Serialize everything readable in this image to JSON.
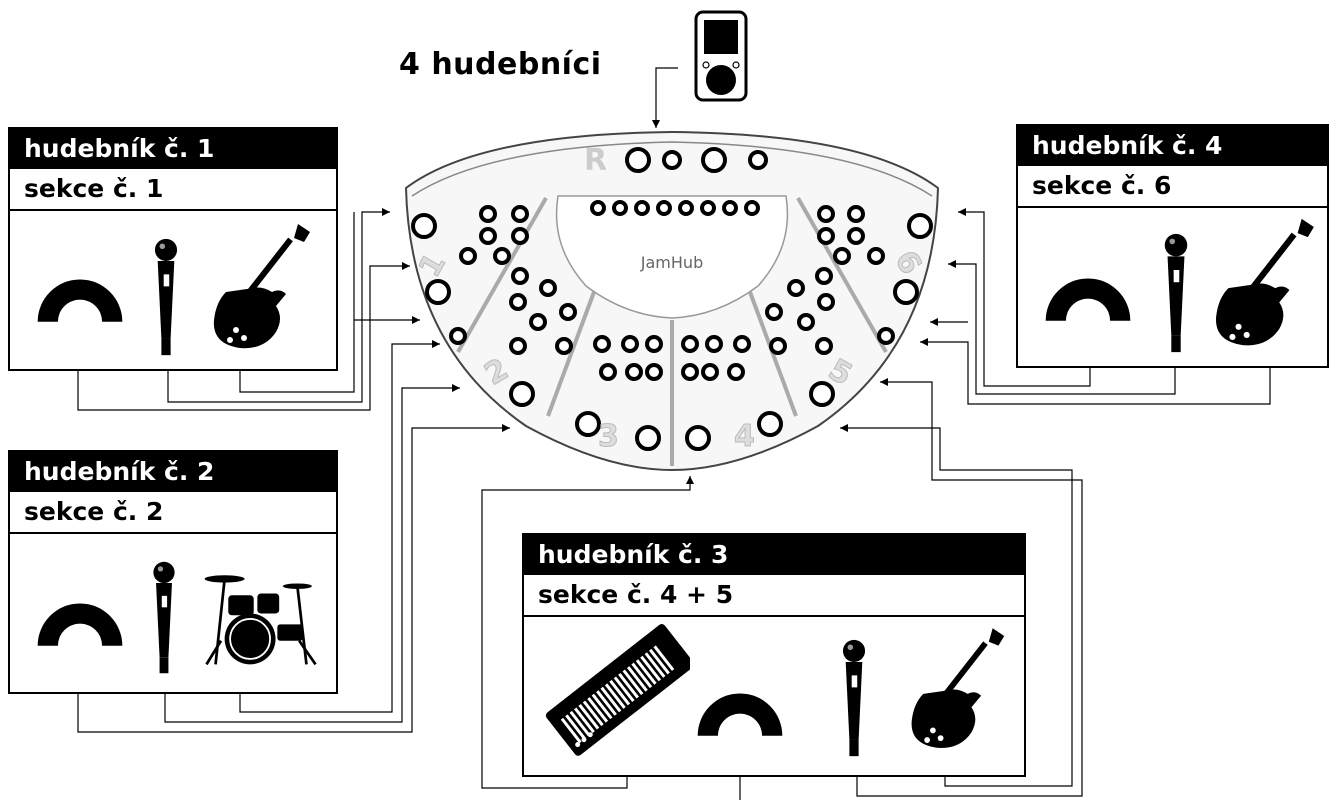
{
  "title": "4 hudebníci",
  "hub": {
    "logo": "JamHub",
    "master_label": "R",
    "section_numbers": [
      "1",
      "2",
      "3",
      "4",
      "5",
      "6"
    ]
  },
  "musicians": [
    {
      "label": "hudebník č. 1",
      "section": "sekce č. 1",
      "icons": [
        "headphones-icon",
        "microphone-icon",
        "electric-guitar-icon"
      ]
    },
    {
      "label": "hudebník č. 2",
      "section": "sekce č. 2",
      "icons": [
        "headphones-icon",
        "microphone-icon",
        "drum-kit-icon"
      ]
    },
    {
      "label": "hudebník č. 3",
      "section": "sekce č. 4 + 5",
      "icons": [
        "keyboard-icon",
        "headphones-icon",
        "microphone-icon",
        "electric-guitar-icon"
      ]
    },
    {
      "label": "hudebník č. 4",
      "section": "sekce č. 6",
      "icons": [
        "headphones-icon",
        "microphone-icon",
        "electric-guitar-icon"
      ]
    }
  ],
  "colors": {
    "line": "#000000",
    "hub_fill": "#f4f4f4",
    "hub_stroke": "#555555"
  }
}
